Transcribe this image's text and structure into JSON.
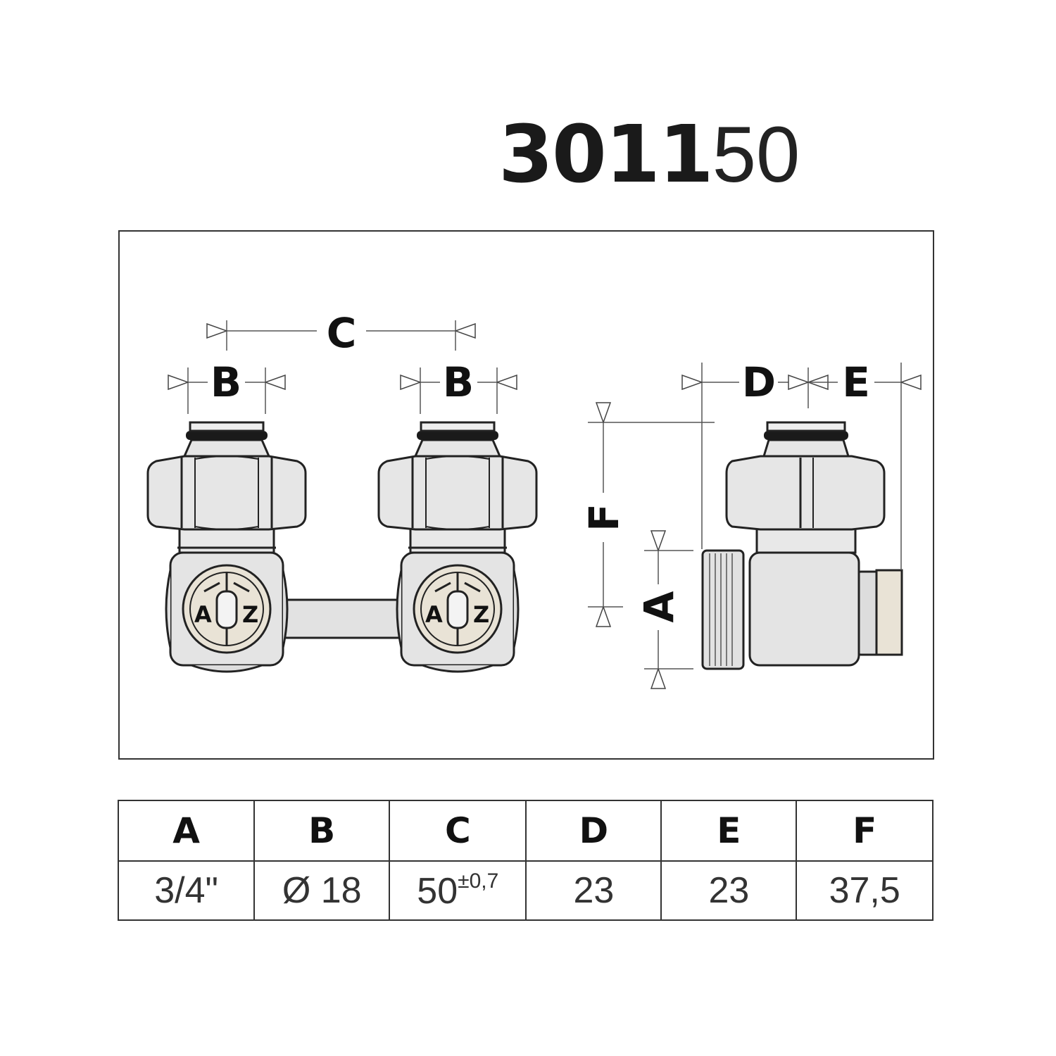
{
  "title": {
    "code_bold": "3011",
    "code_light": "50"
  },
  "drawing": {
    "labels": {
      "A": "A",
      "B": "B",
      "C": "C",
      "D": "D",
      "E": "E",
      "F": "F"
    },
    "dial_letters": {
      "left": "A",
      "right": "Z"
    }
  },
  "table": {
    "headers": [
      "A",
      "B",
      "C",
      "D",
      "E",
      "F"
    ],
    "values": [
      "3/4\"",
      "Ø 18",
      "50",
      "23",
      "23",
      "37,5"
    ],
    "c_tolerance": "±0,7"
  }
}
